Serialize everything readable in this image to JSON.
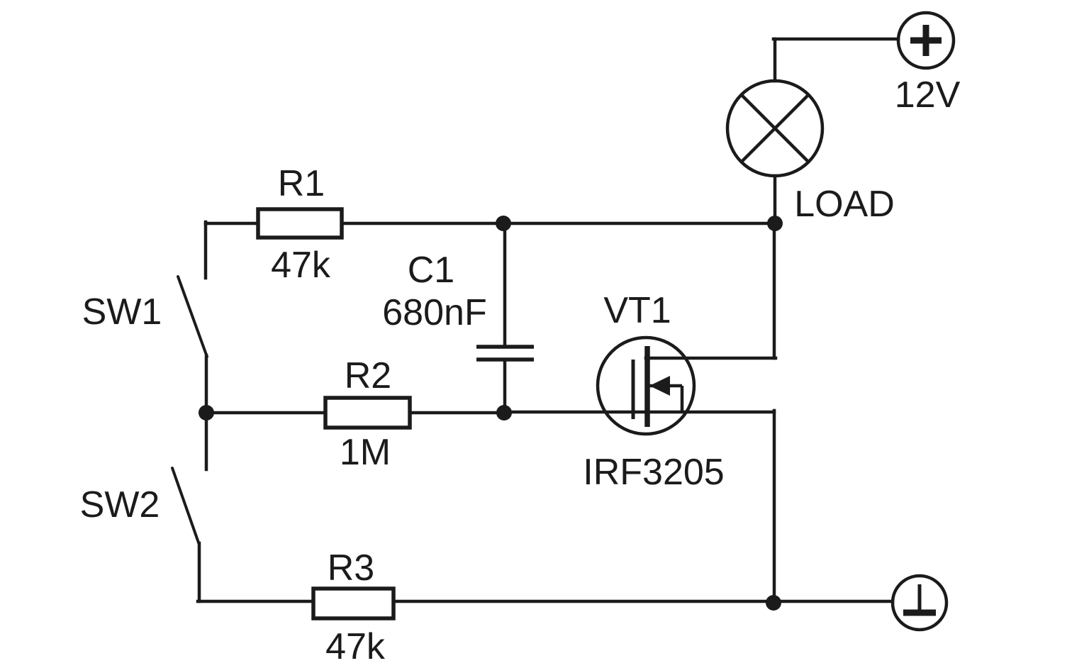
{
  "schematic": {
    "power_positive": {
      "symbol": "+",
      "label": "12V"
    },
    "ground": {
      "symbol": "earth-ground"
    },
    "load": {
      "label": "LOAD",
      "symbol": "lamp"
    },
    "resistors": {
      "r1": {
        "ref": "R1",
        "value": "47k"
      },
      "r2": {
        "ref": "R2",
        "value": "1M"
      },
      "r3": {
        "ref": "R3",
        "value": "47k"
      }
    },
    "capacitor": {
      "ref": "C1",
      "value": "680nF"
    },
    "transistor": {
      "ref": "VT1",
      "value": "IRF3205",
      "type": "n-channel-mosfet"
    },
    "switches": {
      "sw1": {
        "ref": "SW1"
      },
      "sw2": {
        "ref": "SW2"
      }
    },
    "colors": {
      "ink": "#1b1b1b",
      "background": "#ffffff"
    }
  }
}
